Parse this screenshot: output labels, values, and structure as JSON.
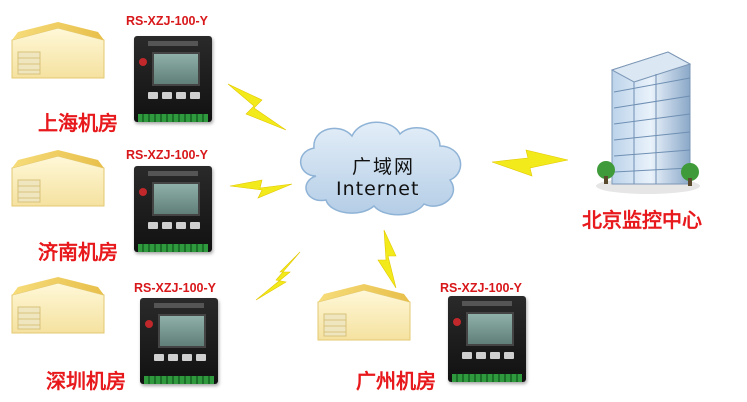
{
  "sites": [
    {
      "name": "上海机房",
      "model": "RS-XZJ-100-Y"
    },
    {
      "name": "济南机房",
      "model": "RS-XZJ-100-Y"
    },
    {
      "name": "深圳机房",
      "model": "RS-XZJ-100-Y"
    },
    {
      "name": "广州机房",
      "model": "RS-XZJ-100-Y"
    }
  ],
  "cloud": {
    "line1": "广域网",
    "line2": "Internet"
  },
  "center": {
    "name": "北京监控中心"
  },
  "colors": {
    "label": "#e8191c",
    "lightning": "#f3ea1c",
    "cloud": "#c9dced",
    "building_wall": "#fbf1c5",
    "building_roof": "#f1ce5a"
  }
}
